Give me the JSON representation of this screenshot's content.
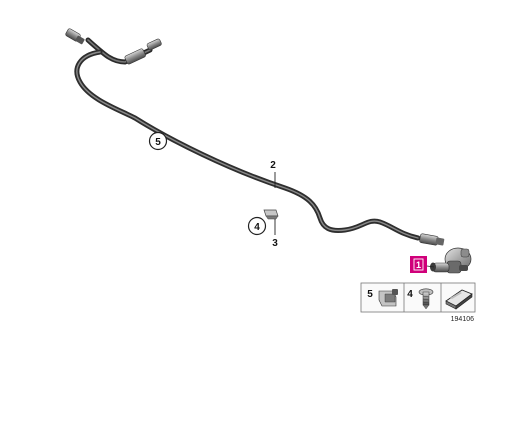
{
  "diagram": {
    "callouts": {
      "c5": "5",
      "c4": "4",
      "c2": "2",
      "c3": "3",
      "c1": "1"
    },
    "legend": {
      "cell_a_number": "5",
      "cell_b_number": "4"
    },
    "drawing_number": "194106",
    "colors": {
      "hose": "#3c3c3c",
      "highlight": "#d0007a"
    }
  }
}
